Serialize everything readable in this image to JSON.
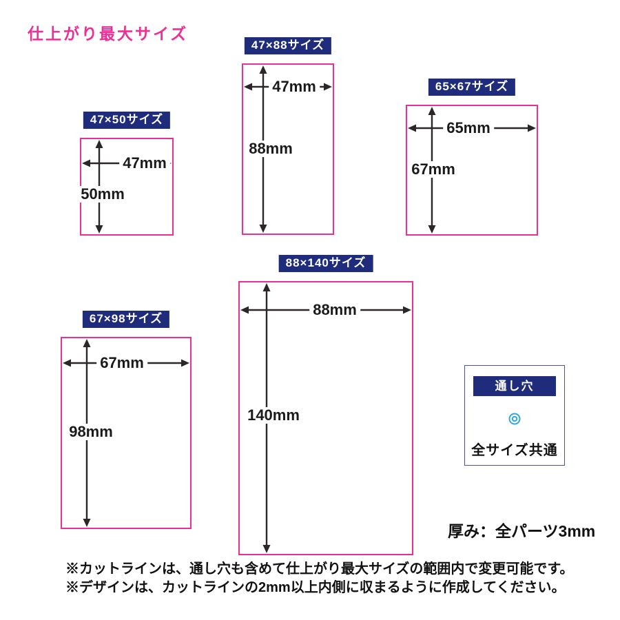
{
  "title": "仕上がり最大サイズ",
  "colors": {
    "accent_pink": "#ed2e95",
    "navy": "#1f2c7c",
    "line_black": "#2b2627",
    "hole_blue": "#2ea7e0",
    "hole_border": "#46539e"
  },
  "figures": [
    {
      "label": "47×50サイズ",
      "width_mm": 47,
      "height_mm": 50,
      "width_label": "47mm",
      "height_label": "50mm"
    },
    {
      "label": "47×88サイズ",
      "width_mm": 47,
      "height_mm": 88,
      "width_label": "47mm",
      "height_label": "88mm"
    },
    {
      "label": "65×67サイズ",
      "width_mm": 65,
      "height_mm": 67,
      "width_label": "65mm",
      "height_label": "67mm"
    },
    {
      "label": "67×98サイズ",
      "width_mm": 67,
      "height_mm": 98,
      "width_label": "67mm",
      "height_label": "98mm"
    },
    {
      "label": "88×140サイズ",
      "width_mm": 88,
      "height_mm": 140,
      "width_label": "88mm",
      "height_label": "140mm"
    }
  ],
  "hole_box": {
    "label": "通し穴",
    "caption": "全サイズ共通"
  },
  "thickness_note": "厚み：全パーツ3mm",
  "notes": [
    "※カットラインは、通し穴も含めて仕上がり最大サイズの範囲内で変更可能です。",
    "※デザインは、カットラインの2mm以上内側に収まるように作成してください。"
  ]
}
